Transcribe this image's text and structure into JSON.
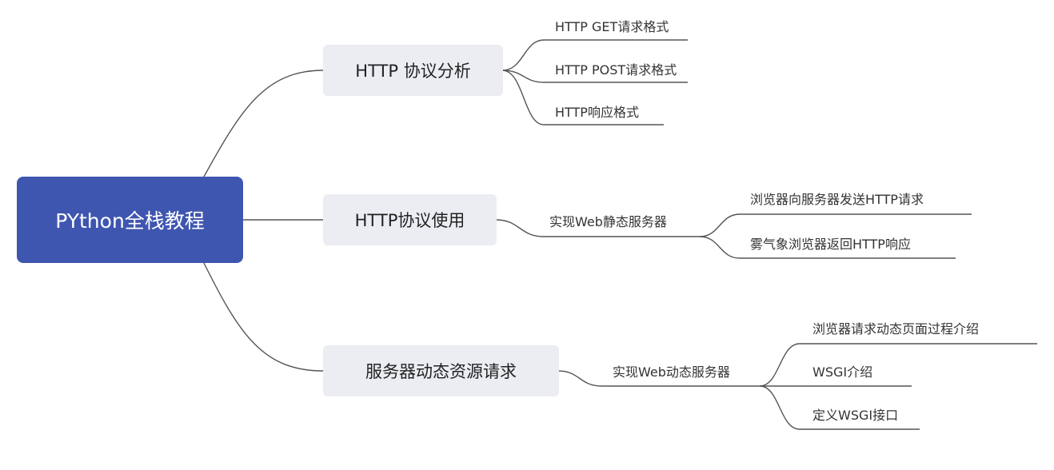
{
  "root": {
    "label": "PYthon全栈教程"
  },
  "topics": [
    {
      "label": "HTTP 协议分析",
      "children": [
        {
          "label": "HTTP GET请求格式"
        },
        {
          "label": "HTTP POST请求格式"
        },
        {
          "label": "HTTP响应格式"
        }
      ]
    },
    {
      "label": "HTTP协议使用",
      "children": [
        {
          "label": "实现Web静态服务器",
          "children": [
            {
              "label": "浏览器向服务器发送HTTP请求"
            },
            {
              "label": "雾气象浏览器返回HTTP响应"
            }
          ]
        }
      ]
    },
    {
      "label": "服务器动态资源请求",
      "children": [
        {
          "label": "实现Web动态服务器",
          "children": [
            {
              "label": "浏览器请求动态页面过程介绍"
            },
            {
              "label": "WSGI介绍"
            },
            {
              "label": "定义WSGI接口"
            }
          ]
        }
      ]
    }
  ],
  "colors": {
    "root_fill": "#3f56b0",
    "topic_fill": "#ebedf2",
    "line": "#555555"
  }
}
